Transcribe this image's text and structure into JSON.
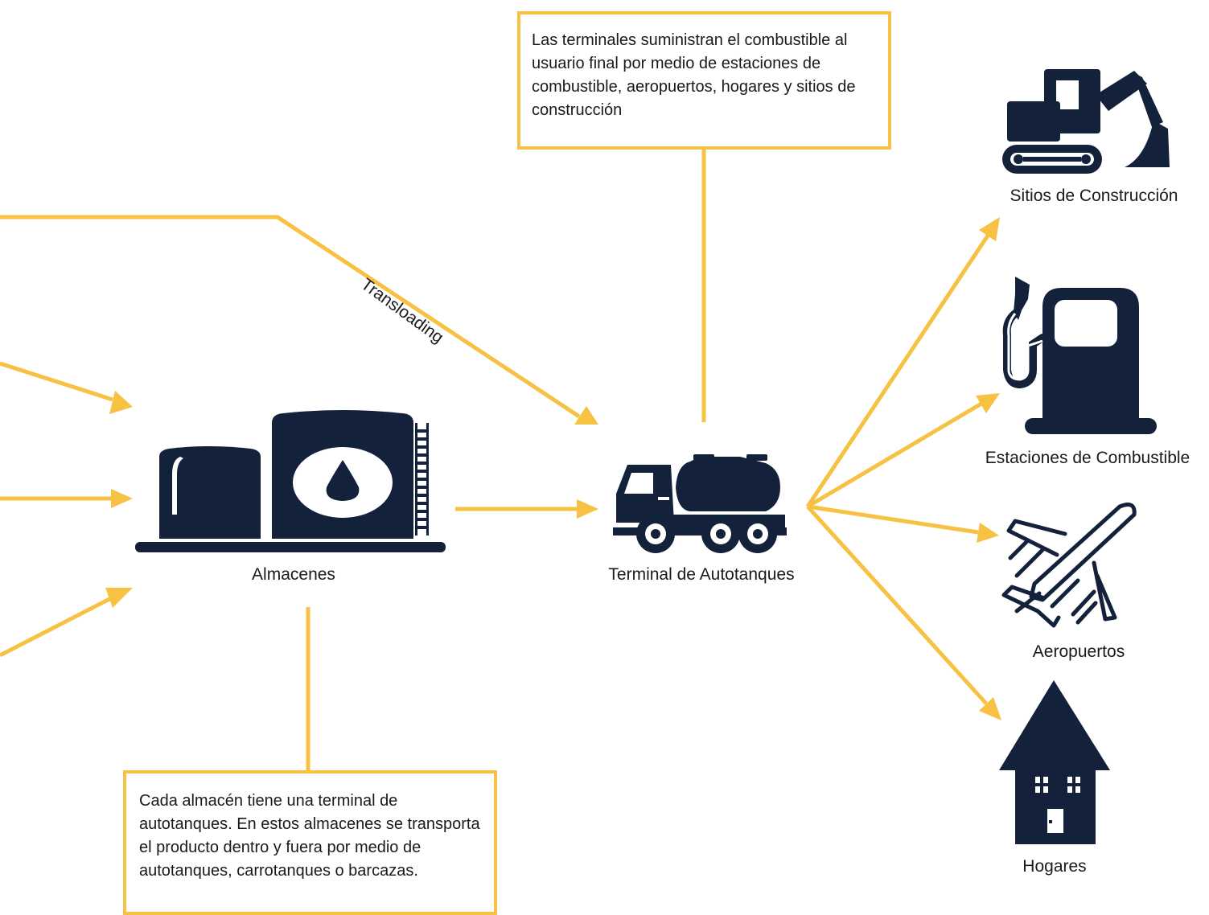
{
  "nodes": {
    "almacenes": "Almacenes",
    "terminal": "Terminal de Autotanques",
    "construccion": "Sitios de Construcción",
    "estaciones": "Estaciones de Combustible",
    "aeropuertos": "Aeropuertos",
    "hogares": "Hogares"
  },
  "edge_labels": {
    "transloading": "Transloading"
  },
  "callouts": {
    "terminal": "Las terminales suministran el combustible al usuario final por medio de estaciones de combustible, aeropuertos, hogares y sitios de construcción",
    "almacen": "Cada almacén tiene una terminal de autotanques. En estos almacenes se transporta el producto dentro y fuera por medio de autotanques, carrotanques o barcazas."
  },
  "colors": {
    "accent": "#f7c143",
    "icon": "#13223a"
  },
  "icons": [
    "storage-tanks-icon",
    "tanker-truck-icon",
    "excavator-icon",
    "fuel-pump-icon",
    "airplane-icon",
    "house-icon"
  ]
}
